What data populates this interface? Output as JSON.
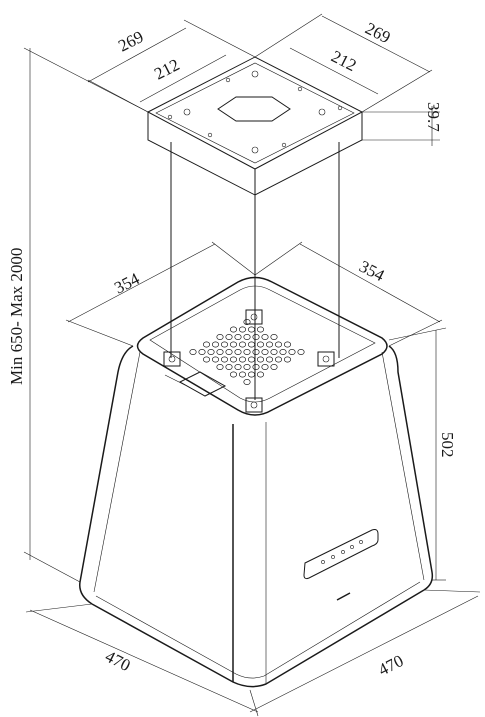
{
  "dimensions": {
    "mount_plate_left_width": "269",
    "mount_plate_left_inner": "212",
    "mount_plate_right_width": "269",
    "mount_plate_right_inner": "212",
    "mount_plate_height": "39.7",
    "total_height_range": "Min 650- Max 2000",
    "top_left_width": "354",
    "top_right_width": "354",
    "body_height": "502",
    "base_left_width": "470",
    "base_right_width": "470"
  },
  "colors": {
    "line": "#1a1a1a",
    "background": "#ffffff"
  }
}
